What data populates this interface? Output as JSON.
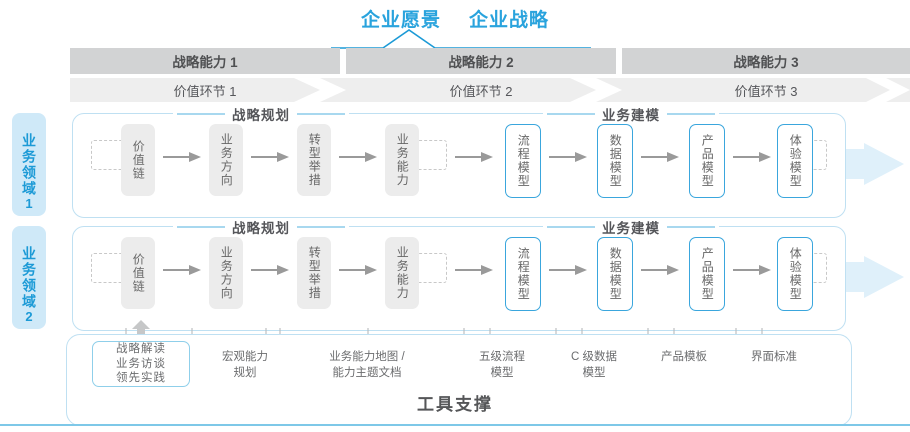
{
  "header": {
    "titles": [
      "企业愿景",
      "企业战略"
    ],
    "accent_color": "#29a3dd"
  },
  "capabilities": [
    {
      "label": "战略能力 1"
    },
    {
      "label": "战略能力 2"
    },
    {
      "label": "战略能力 3"
    }
  ],
  "value_chain": [
    {
      "label": "价值环节 1"
    },
    {
      "label": "价值环节 2"
    },
    {
      "label": "价值环节 3"
    }
  ],
  "domains": [
    {
      "tab_text": "业务领域",
      "tab_num": "1",
      "sections": [
        {
          "title": "战略规划",
          "nodes": [
            "价值链",
            "业务方向",
            "转型举措",
            "业务能力"
          ]
        },
        {
          "title": "业务建模",
          "nodes": [
            "流程模型",
            "数据模型",
            "产品模型",
            "体验模型"
          ]
        }
      ]
    },
    {
      "tab_text": "业务领域",
      "tab_num": "2",
      "sections": [
        {
          "title": "战略规划",
          "nodes": [
            "价值链",
            "业务方向",
            "转型举措",
            "业务能力"
          ]
        },
        {
          "title": "业务建模",
          "nodes": [
            "流程模型",
            "数据模型",
            "产品模型",
            "体验模型"
          ]
        }
      ]
    }
  ],
  "tools": {
    "title": "工具支撑",
    "card_lines": [
      "战略解读",
      "业务访谈",
      "领先实践"
    ],
    "notes": [
      {
        "lines": [
          "宏观能力",
          "规划"
        ]
      },
      {
        "lines": [
          "业务能力地图 /",
          "能力主题文档"
        ]
      },
      {
        "lines": [
          "五级流程",
          "模型"
        ]
      },
      {
        "lines": [
          "C 级数据",
          "模型"
        ]
      },
      {
        "lines": [
          "产品模板"
        ]
      },
      {
        "lines": [
          "界面标准"
        ]
      }
    ]
  },
  "colors": {
    "accent": "#29a3dd",
    "capability_bar": "#d2d3d4",
    "value_chain_bar": "#eeeeee",
    "band": "#eaf6fc",
    "node_gray": "#ececec",
    "node_blue_border": "#3aa6dd"
  }
}
